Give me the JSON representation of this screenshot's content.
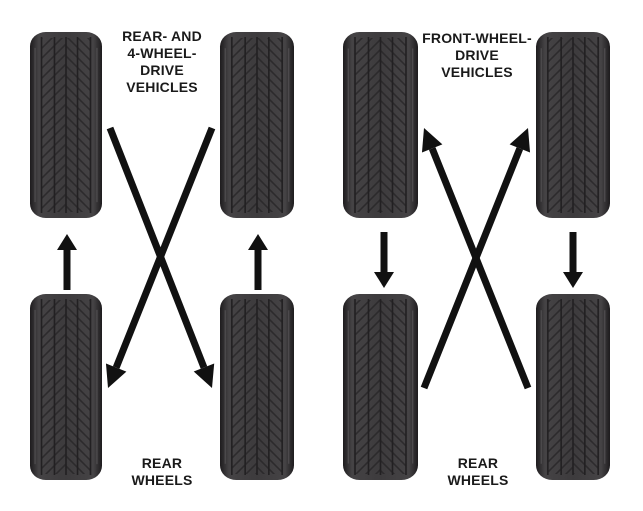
{
  "diagram": {
    "left_panel": {
      "title_lines": [
        "REAR- AND",
        "4-WHEEL-",
        "DRIVE",
        "VEHICLES"
      ],
      "footer_lines": [
        "REAR",
        "WHEELS"
      ]
    },
    "right_panel": {
      "title_lines": [
        "FRONT-WHEEL-",
        "DRIVE",
        "VEHICLES"
      ],
      "footer_lines": [
        "REAR",
        "WHEELS"
      ]
    }
  },
  "colors": {
    "tire": "#3d3b3d",
    "tread_groove": "#222022",
    "arrow": "#111111",
    "background": "#ffffff"
  }
}
